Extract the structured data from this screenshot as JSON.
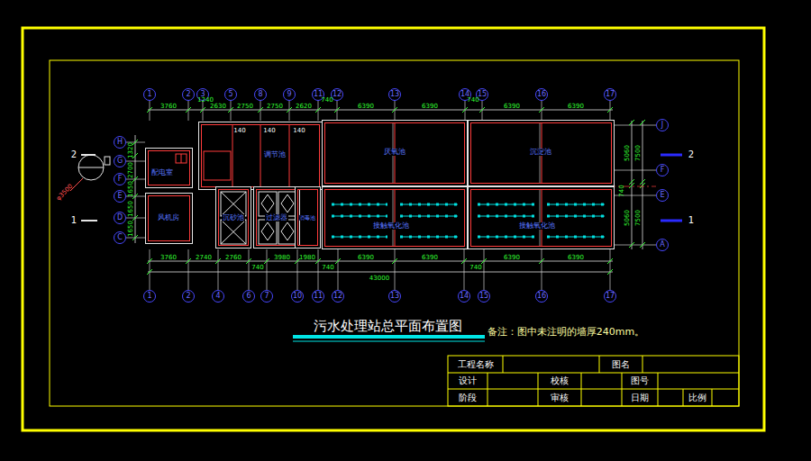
{
  "diagram": {
    "title": "污水处理站总平面布置图",
    "nodes": [
      {
        "text": [
          "1"
        ]
      },
      {
        "text": [
          "2"
        ]
      },
      {
        "text": [
          "3"
        ]
      },
      {
        "text": [
          "5"
        ]
      },
      {
        "text": [
          "8"
        ]
      },
      {
        "text": [
          "9"
        ]
      },
      {
        "text": [
          "11"
        ]
      },
      {
        "text": [
          "12"
        ]
      },
      {
        "text": [
          "13"
        ]
      },
      {
        "text": [
          "14"
        ]
      },
      {
        "text": [
          "15"
        ]
      },
      {
        "text": [
          "16"
        ]
      },
      {
        "text": [
          "17"
        ]
      },
      {
        "text": [
          "1"
        ]
      },
      {
        "text": [
          "2"
        ]
      },
      {
        "text": [
          "4"
        ]
      },
      {
        "text": [
          "6"
        ]
      },
      {
        "text": [
          "7"
        ]
      },
      {
        "text": [
          "10"
        ]
      },
      {
        "text": [
          "11"
        ]
      },
      {
        "text": [
          "12"
        ]
      },
      {
        "text": [
          "13"
        ]
      },
      {
        "text": [
          "14"
        ]
      },
      {
        "text": [
          "15"
        ]
      },
      {
        "text": [
          "16"
        ]
      },
      {
        "text": [
          "17"
        ]
      },
      {
        "text": [
          "J"
        ]
      },
      {
        "text": [
          "F"
        ]
      },
      {
        "text": [
          "E"
        ]
      },
      {
        "text": [
          "A"
        ]
      },
      {
        "text": [
          "H"
        ]
      },
      {
        "text": [
          "G"
        ]
      },
      {
        "text": [
          "F"
        ]
      },
      {
        "text": [
          "E"
        ]
      },
      {
        "text": [
          "D"
        ]
      },
      {
        "text": [
          "C"
        ]
      },
      {
        "text": [
          "配电室"
        ]
      },
      {
        "text": [
          "风机房"
        ]
      },
      {
        "text": [
          "调节池"
        ]
      },
      {
        "text": [
          "沉砂池"
        ]
      },
      {
        "text": [
          "过滤器"
        ]
      },
      {
        "text": [
          "消毒池"
        ]
      },
      {
        "text": [
          "厌氧池"
        ]
      },
      {
        "text": [
          "沉淀池"
        ]
      },
      {
        "text": [
          "接触氧化池"
        ]
      },
      {
        "text": [
          "接触氧化池"
        ]
      }
    ],
    "labels": [
      "3760",
      "1240",
      "2630",
      "2750",
      "2750",
      "2620",
      "740",
      "6390",
      "6390",
      "740",
      "6390",
      "6390",
      "3760",
      "2740",
      "2760",
      "740",
      "3980",
      "1980",
      "740",
      "6390",
      "6390",
      "43000",
      "740",
      "6390",
      "6390",
      "5060",
      "7500",
      "740",
      "5060",
      "7500",
      "1320",
      "2700",
      "1650",
      "1650",
      "1650",
      "140",
      "140",
      "140",
      "2",
      "1",
      "2",
      "1",
      "φ3500",
      "备注：图中未注明的墙厚240mm。",
      "工程名称",
      "图名",
      "设计",
      "校核",
      "图号",
      "阶段",
      "审核",
      "日期",
      "比例"
    ]
  }
}
